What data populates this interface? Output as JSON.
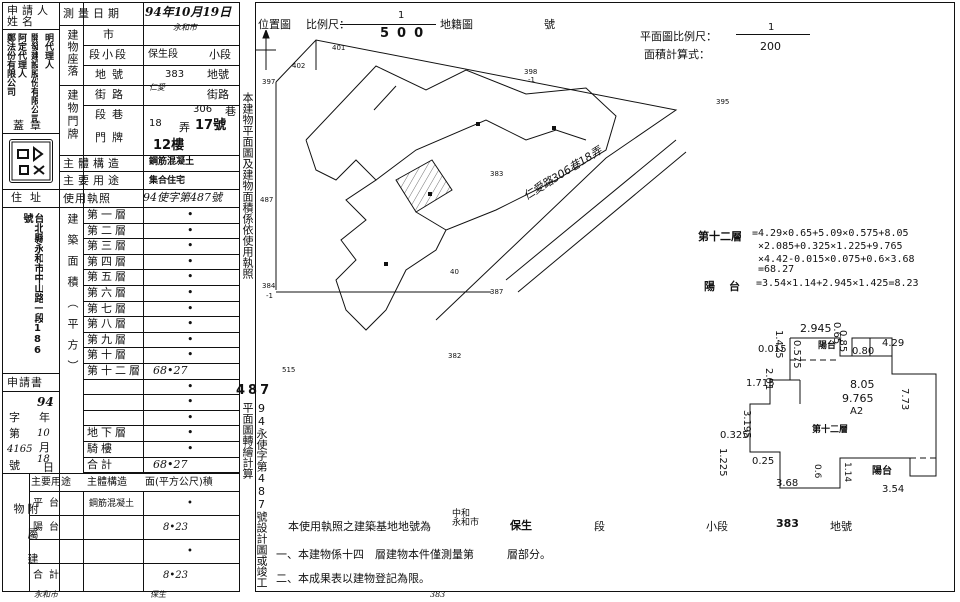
{
  "left_form": {
    "applicant": "申請人",
    "name": "姓名",
    "company_1": "鄭法份有限公司",
    "company_2": "阿定代理人",
    "company_3": "明代理人",
    "company_4": "開發建設股份有限公司",
    "seal": "蓋章",
    "address": "住址",
    "address_value": "台北縣永和市中山路一段186號",
    "survey_date_label": "測量日期",
    "survey_date_value": "94年10月19日",
    "location_label": "建物座落",
    "city_label": "市",
    "city_value": "永和市",
    "section_label": "段小段",
    "section_value": "保生段",
    "small_section": "小段",
    "land_label": "地號",
    "land_value": "383",
    "land_suffix": "地號",
    "street_label": "街路",
    "street_value": "仁愛",
    "street_suffix": "街路",
    "lane_label": "段巷",
    "lane_value": "306",
    "lane_suffix": "巷",
    "alley_value": "18",
    "alley_suffix": "弄",
    "doorplate_label": "建物門牌",
    "doorplate_value": "17號",
    "door_label": "門牌",
    "floor_value": "12樓",
    "structure_label": "主體構造",
    "structure_value": "鋼筋混凝土",
    "usage_label": "主要用途",
    "usage_value": "集合住宅",
    "license_label": "使用執照",
    "license_value": "94使字第487號",
    "floors_label": "建築面積（平方）",
    "floors": [
      "第一層",
      "第二層",
      "第三層",
      "第四層",
      "第五層",
      "第六層",
      "第七層",
      "第八層",
      "第九層",
      "第十層",
      "第十二層",
      "",
      "",
      "",
      "地下層",
      "騎樓",
      "合計"
    ],
    "floor_values": [
      "•",
      "•",
      "•",
      "•",
      "•",
      "•",
      "•",
      "•",
      "•",
      "•",
      "68•27",
      "•",
      "•",
      "•",
      "•",
      "•",
      "68•27"
    ],
    "application_label": "申請書",
    "application_year": "94",
    "application_word": "字",
    "application_year_suffix": "年",
    "application_no": "第",
    "application_month": "10",
    "application_month_suffix": "月",
    "application_day": "18",
    "application_day_suffix": "日",
    "application_number": "4165",
    "number_label": "號",
    "attached_label": "附屬建物",
    "attached_cols": [
      "主要用途",
      "主體構造",
      "面(平方公尺)積"
    ],
    "attached_rows": [
      {
        "use": "平台",
        "struct": "鋼筋混凝土",
        "area": "•"
      },
      {
        "use": "陽台",
        "struct": "",
        "area": "8•23"
      },
      {
        "use": "",
        "struct": "",
        "area": "•"
      },
      {
        "use": "合計",
        "struct": "",
        "area": "8•23"
      }
    ],
    "bottom_note_1": "永和市",
    "bottom_note_2": "保生",
    "bottom_note_3": "383"
  },
  "vertical_text": {
    "main": "本建物平面圖及建物面積係依使用執照",
    "license": "94永使字第487號設計圖或竣工平面圖轉繪計算"
  },
  "header": {
    "location_map": "位置圖",
    "scale_label": "比例尺：",
    "scale_num": "1",
    "scale_den": "500",
    "cadastral": "地籍圖",
    "number": "號",
    "plan_scale": "平面圖比例尺：",
    "plan_scale_num": "1",
    "plan_scale_den": "200",
    "area_formula": "面積計算式："
  },
  "map_labels": [
    "401",
    "402",
    "397",
    "398",
    "-1",
    "395",
    "383",
    "487",
    "384",
    "-1",
    "387",
    "382",
    "515",
    "40",
    "仁愛路306巷18弄"
  ],
  "calc": {
    "floor12_label": "第十二層",
    "floor12_expr_1": "=4.29×0.65+5.09×0.575+8.05",
    "floor12_expr_2": "×2.085+0.325×1.225+9.765",
    "floor12_expr_3": "×4.42-0.015×0.075+0.6×3.68",
    "floor12_expr_4": "=68.27",
    "balcony_label": "陽台",
    "balcony_expr": "=3.54×1.14+2.945×1.425=8.23"
  },
  "plan_labels": {
    "d1": "2.945",
    "d2": "0.65",
    "d3": "0.85",
    "d4": "4.29",
    "d5": "0.015",
    "d6": "1.425",
    "d7": "0.80",
    "d8": "0.575",
    "d9": "2.01",
    "d10": "1.715",
    "d11": "8.05",
    "d12": "7.73",
    "d13": "9.765",
    "d14": "A2",
    "d15": "3.195",
    "d16": "第十二層",
    "d17": "0.325",
    "d18": "1.225",
    "d19": "0.25",
    "d20": "0.6",
    "d21": "1.14",
    "d22": "3.68",
    "d23": "3.54",
    "d24": "陽台",
    "d25": "陽台"
  },
  "footer": {
    "line1_pre": "本使用執照之建築基地地號為",
    "line1_city": "中和\n永和市",
    "line1_section": "保生",
    "line1_duan": "段",
    "line1_small": "小段",
    "line1_no": "383",
    "line1_land": "地號",
    "line2": "一、本建物係十四　層建物本件僅測量第　　　層部分。",
    "line3": "二、本成果表以建物登記為限。"
  }
}
